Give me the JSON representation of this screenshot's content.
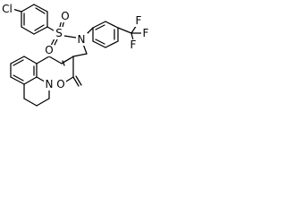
{
  "molecule": {
    "atoms": {
      "cl": "Cl",
      "s": "S",
      "o_top": "O",
      "o_left": "O",
      "n_sulfonamide": "N",
      "f_top": "F",
      "f_right": "F",
      "f_bottom": "F",
      "n_ring": "N",
      "o_carbonyl": "O"
    }
  }
}
